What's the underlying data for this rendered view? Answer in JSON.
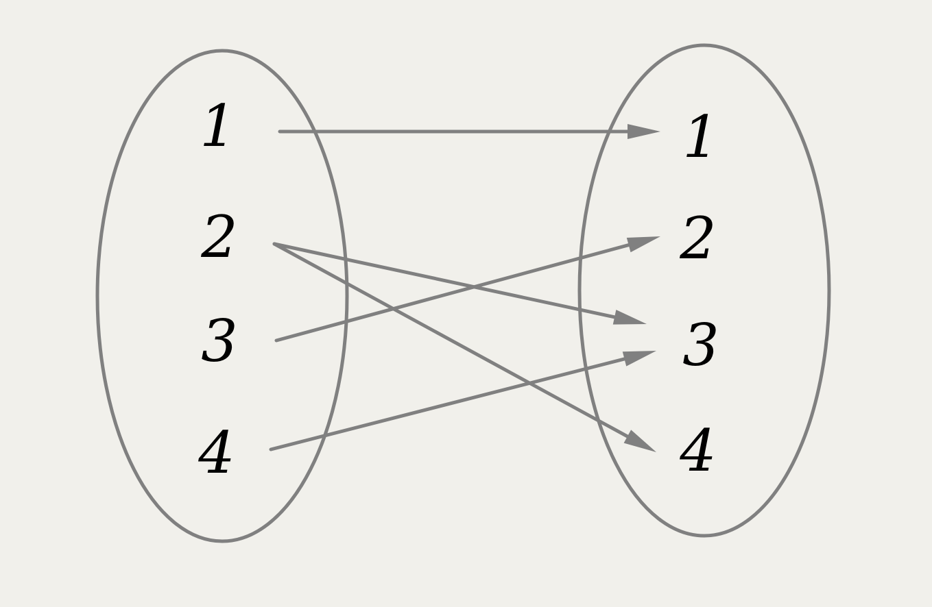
{
  "diagram": {
    "type": "mapping",
    "domain_set": {
      "elements": [
        "1",
        "2",
        "3",
        "4"
      ]
    },
    "codomain_set": {
      "elements": [
        "1",
        "2",
        "3",
        "4"
      ]
    },
    "mappings": [
      {
        "from": "1",
        "to": "1"
      },
      {
        "from": "2",
        "to": "3"
      },
      {
        "from": "2",
        "to": "4"
      },
      {
        "from": "3",
        "to": "2"
      },
      {
        "from": "4",
        "to": "3"
      }
    ],
    "colors": {
      "background": "#f1f0eb",
      "stroke": "#808080",
      "text": "#000000"
    }
  }
}
